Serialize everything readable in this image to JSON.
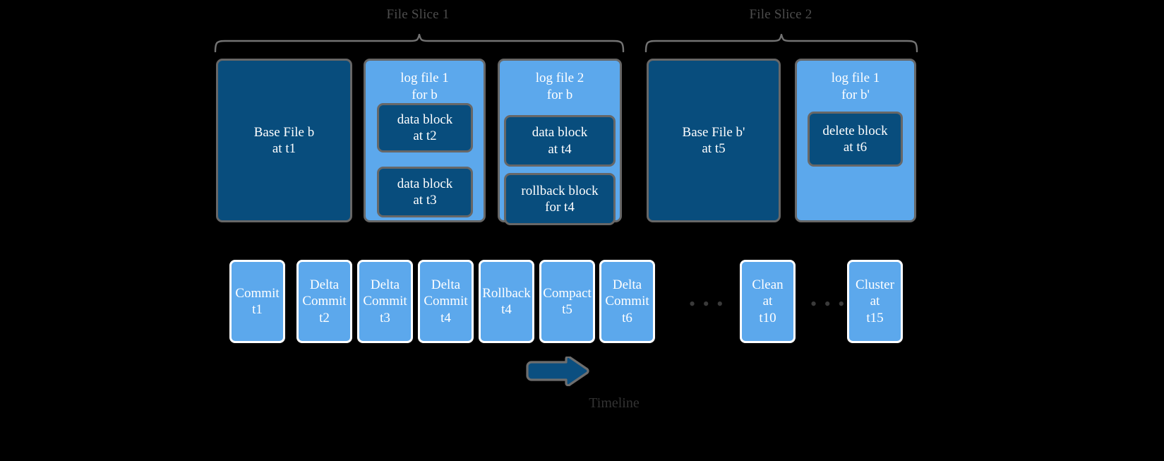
{
  "slices": [
    {
      "label": "File Slice 1"
    },
    {
      "label": "File Slice 2"
    }
  ],
  "storage": {
    "base_file_1": {
      "line1": "Base File b",
      "line2": "at t1"
    },
    "log_file_1_b": {
      "title_line1": "log file 1",
      "title_line2": "for b",
      "blocks": [
        {
          "line1": "data block",
          "line2": "at t2"
        },
        {
          "line1": "data block",
          "line2": "at t3"
        }
      ]
    },
    "log_file_2_b": {
      "title_line1": "log file 2",
      "title_line2": "for b",
      "blocks": [
        {
          "line1": "data block",
          "line2": "at t4"
        },
        {
          "line1": "rollback block",
          "line2": "for t4"
        }
      ]
    },
    "base_file_2": {
      "line1": "Base File b'",
      "line2": "at t5"
    },
    "log_file_1_bprime": {
      "title_line1": "log file 1",
      "title_line2": "for b'",
      "blocks": [
        {
          "line1": "delete block",
          "line2": "at t6"
        }
      ]
    }
  },
  "timeline": {
    "label": "Timeline",
    "events": [
      {
        "lines": [
          "Commit",
          "t1"
        ]
      },
      {
        "lines": [
          "Delta",
          "Commit",
          "t2"
        ]
      },
      {
        "lines": [
          "Delta",
          "Commit",
          "t3"
        ]
      },
      {
        "lines": [
          "Delta",
          "Commit",
          "t4"
        ]
      },
      {
        "lines": [
          "Rollback",
          "t4"
        ]
      },
      {
        "lines": [
          "Compact",
          "t5"
        ]
      },
      {
        "lines": [
          "Delta",
          "Commit",
          "t6"
        ]
      },
      {
        "lines": [
          "Clean",
          "at",
          "t10"
        ]
      },
      {
        "lines": [
          "Cluster",
          "at",
          "t15"
        ]
      }
    ],
    "ellipsis": "• • •"
  },
  "colors": {
    "background": "#000000",
    "dark_blue": "#084D7D",
    "light_blue": "#5CA8EC",
    "box_border_gray": "#676767",
    "card_border_white": "#ffffff",
    "label_gray": "#4d4d4d"
  }
}
